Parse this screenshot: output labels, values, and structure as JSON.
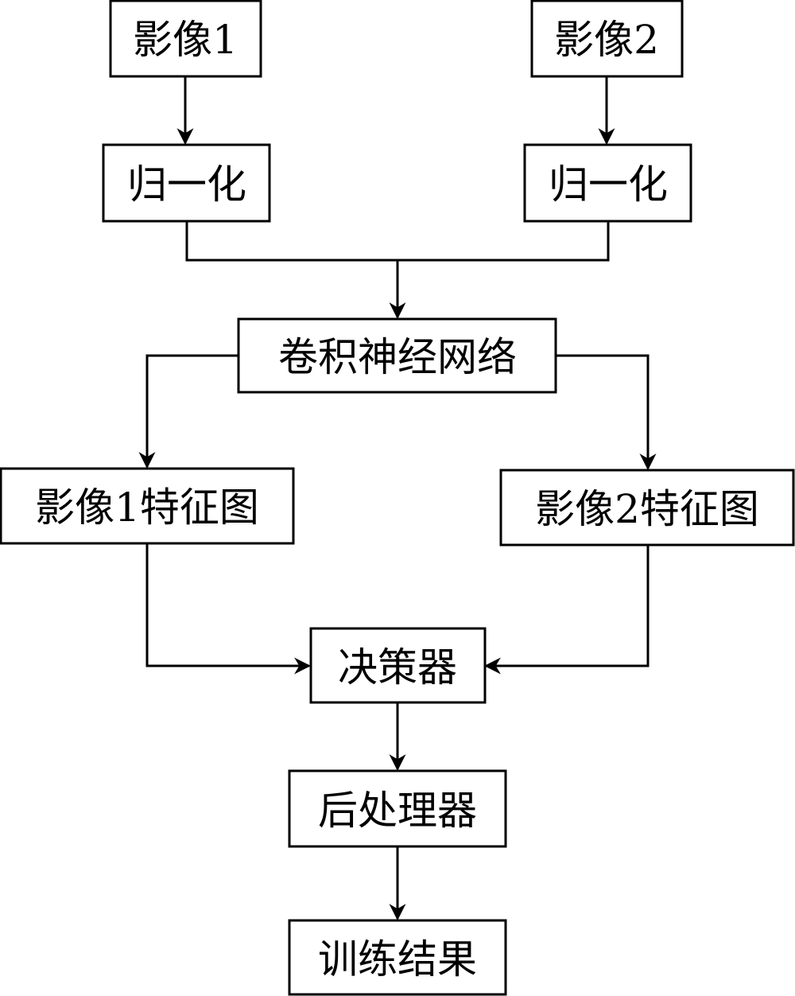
{
  "nodes": {
    "image1": "影像1",
    "image2": "影像2",
    "normalize1": "归一化",
    "normalize2": "归一化",
    "cnn": "卷积神经网络",
    "feature1": "影像1特征图",
    "feature2": "影像2特征图",
    "decision": "决策器",
    "postprocessor": "后处理器",
    "result": "训练结果"
  },
  "edges": [
    {
      "from": "image1",
      "to": "normalize1"
    },
    {
      "from": "image2",
      "to": "normalize2"
    },
    {
      "from": "normalize1",
      "to": "cnn"
    },
    {
      "from": "normalize2",
      "to": "cnn"
    },
    {
      "from": "cnn",
      "to": "feature1"
    },
    {
      "from": "cnn",
      "to": "feature2"
    },
    {
      "from": "feature1",
      "to": "decision"
    },
    {
      "from": "feature2",
      "to": "decision"
    },
    {
      "from": "decision",
      "to": "postprocessor"
    },
    {
      "from": "postprocessor",
      "to": "result"
    }
  ]
}
